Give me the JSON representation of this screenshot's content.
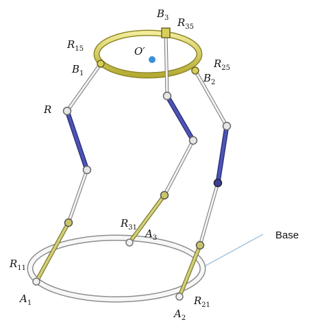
{
  "labels": {
    "b3": {
      "main": "B",
      "sub": "3"
    },
    "r35": {
      "main": "R",
      "sub": "35"
    },
    "r15": {
      "main": "R",
      "sub": "15"
    },
    "o_prime": {
      "main": "O′",
      "sub": ""
    },
    "b1": {
      "main": "B",
      "sub": "1"
    },
    "r25": {
      "main": "R",
      "sub": "25"
    },
    "b2": {
      "main": "B",
      "sub": "2"
    },
    "r": {
      "main": "R",
      "sub": ""
    },
    "r31": {
      "main": "R",
      "sub": "31"
    },
    "a3": {
      "main": "A",
      "sub": "3"
    },
    "r11": {
      "main": "R",
      "sub": "11"
    },
    "a1": {
      "main": "A",
      "sub": "1"
    },
    "r21": {
      "main": "R",
      "sub": "21"
    },
    "a2": {
      "main": "A",
      "sub": "2"
    },
    "base": "Base"
  },
  "colors": {
    "ring_top": "#d8cf5a",
    "ring_bottom": "#f4f4f4",
    "link_white": "#eeeeee",
    "link_blue": "#3a3f9a",
    "link_olive": "#bfbb5e",
    "center_point": "#3b8fd8",
    "leader_line": "#9cc3dc"
  }
}
